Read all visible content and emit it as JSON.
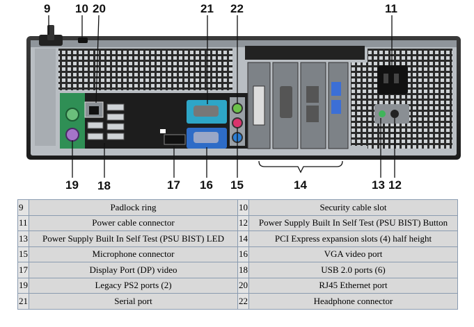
{
  "callouts": {
    "c9": "9",
    "c10": "10",
    "c20": "20",
    "c21": "21",
    "c22": "22",
    "c11": "11",
    "c19": "19",
    "c18": "18",
    "c17": "17",
    "c16": "16",
    "c15": "15",
    "c14": "14",
    "c13": "13",
    "c12": "12"
  },
  "rows": [
    {
      "n1": "9",
      "d1": "Padlock ring",
      "n2": "10",
      "d2": "Security cable slot"
    },
    {
      "n1": "11",
      "d1": "Power cable connector",
      "n2": "12",
      "d2": "Power Supply Built In Self Test (PSU BIST) Button"
    },
    {
      "n1": "13",
      "d1": "Power Supply Built In Self Test (PSU BIST) LED",
      "n2": "14",
      "d2": "PCI Express expansion slots (4) half height"
    },
    {
      "n1": "15",
      "d1": "Microphone connector",
      "n2": "16",
      "d2": "VGA video port"
    },
    {
      "n1": "17",
      "d1": "Display Port (DP) video",
      "n2": "18",
      "d2": "USB 2.0 ports (6)"
    },
    {
      "n1": "19",
      "d1": "Legacy PS2 ports (2)",
      "n2": "20",
      "d2": "RJ45 Ethernet port"
    },
    {
      "n1": "21",
      "d1": "Serial port",
      "n2": "22",
      "d2": "Headphone connector"
    }
  ]
}
